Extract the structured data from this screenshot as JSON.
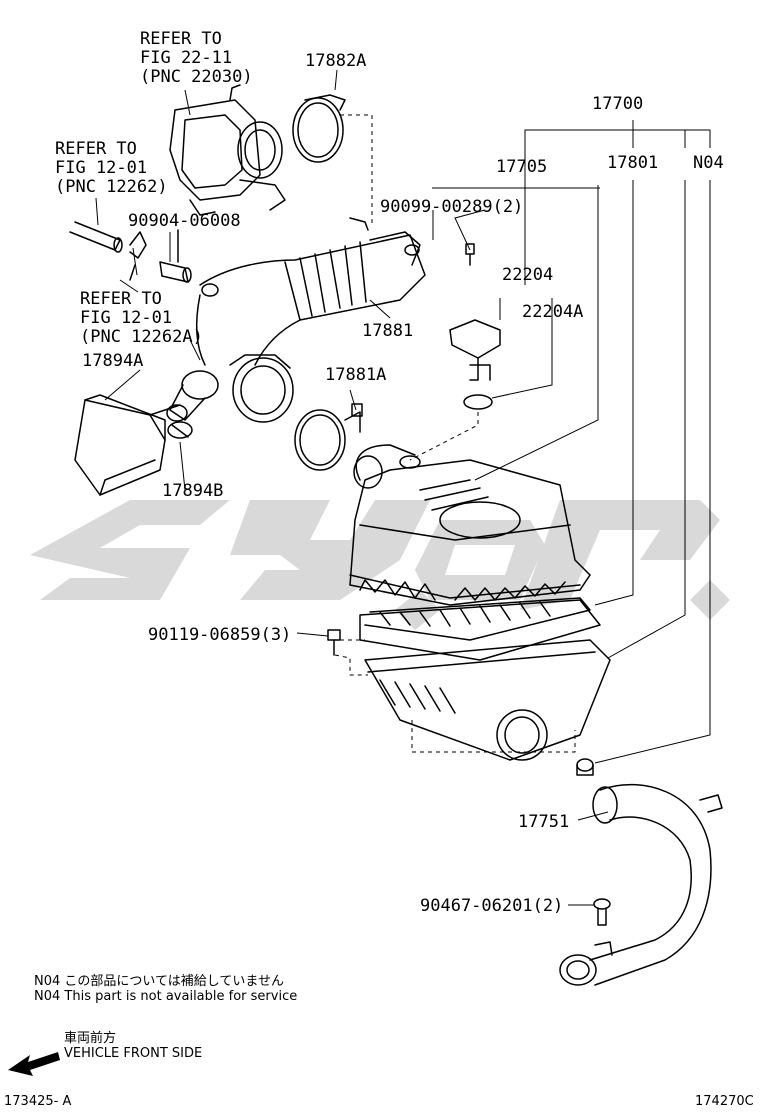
{
  "references": [
    {
      "line1": "REFER TO",
      "line2": "FIG 22-11",
      "line3": "(PNC 22030)"
    },
    {
      "line1": "REFER TO",
      "line2": "FIG 12-01",
      "line3": "(PNC 12262)"
    },
    {
      "line1": "REFER TO",
      "line2": "FIG 12-01",
      "line3": "(PNC 12262A)"
    }
  ],
  "part_labels": {
    "p17882A": "17882A",
    "p17700": "17700",
    "p17705": "17705",
    "p17801": "17801",
    "pN04": "N04",
    "p90904": "90904-06008",
    "p90099": "90099-00289(2)",
    "p22204": "22204",
    "p22204A": "22204A",
    "p17881": "17881",
    "p17894A": "17894A",
    "p17881A": "17881A",
    "p17894B": "17894B",
    "p90119": "90119-06859(3)",
    "p17751": "17751",
    "p90467": "90467-06201(2)"
  },
  "notes": {
    "jp": "N04 この部品については補給していません",
    "en": "N04 This part is not available for service",
    "direction_jp": "車両前方",
    "direction_en": "VEHICLE FRONT SIDE"
  },
  "codes": {
    "left": "173425- A",
    "right": "174270C"
  },
  "icons": [
    "front-direction-arrow-icon"
  ],
  "colors": {
    "line": "#000000",
    "watermark": "#d9d9d9"
  }
}
